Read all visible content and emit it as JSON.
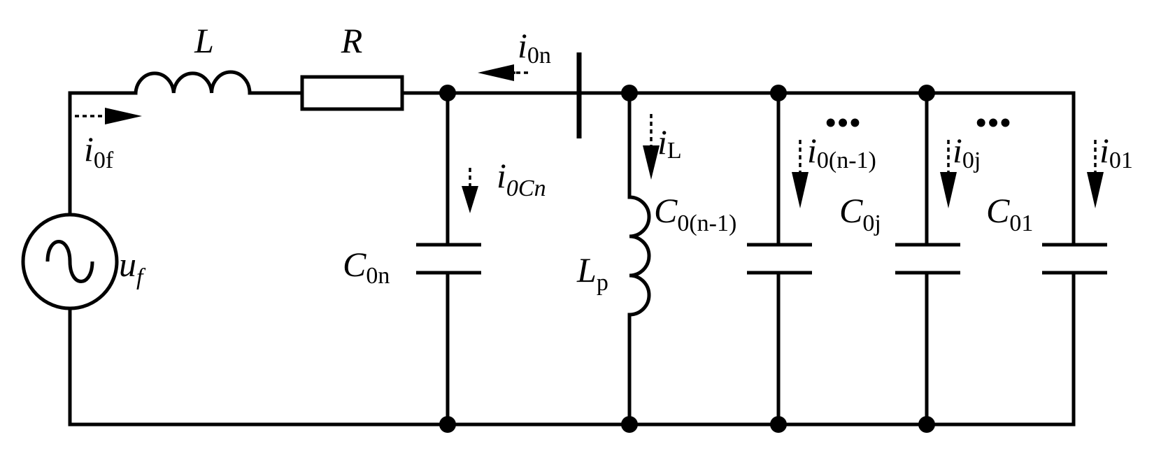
{
  "labels": {
    "inductor_series": "L",
    "resistor": "R",
    "source": {
      "main": "u",
      "sub": "f"
    },
    "cap_n": {
      "main": "C",
      "sub": "0n"
    },
    "cap_n1": {
      "main": "C",
      "sub": "0(n-1)"
    },
    "cap_j": {
      "main": "C",
      "sub": "0j"
    },
    "cap_1": {
      "main": "C",
      "sub": "01"
    },
    "inductor_p": {
      "main": "L",
      "sub": "p"
    }
  },
  "currents": {
    "i0f": {
      "main": "i",
      "sub": "0f"
    },
    "i0n": {
      "main": "i",
      "sub": "0n"
    },
    "i0Cn": {
      "main": "i",
      "sub": "0Cn"
    },
    "iL": {
      "main": "i",
      "sub": "L"
    },
    "i0n1": {
      "main": "i",
      "sub": "0(n-1)"
    },
    "i0j": {
      "main": "i",
      "sub": "0j"
    },
    "i01": {
      "main": "i",
      "sub": "01"
    }
  },
  "ellipsis": "•••"
}
